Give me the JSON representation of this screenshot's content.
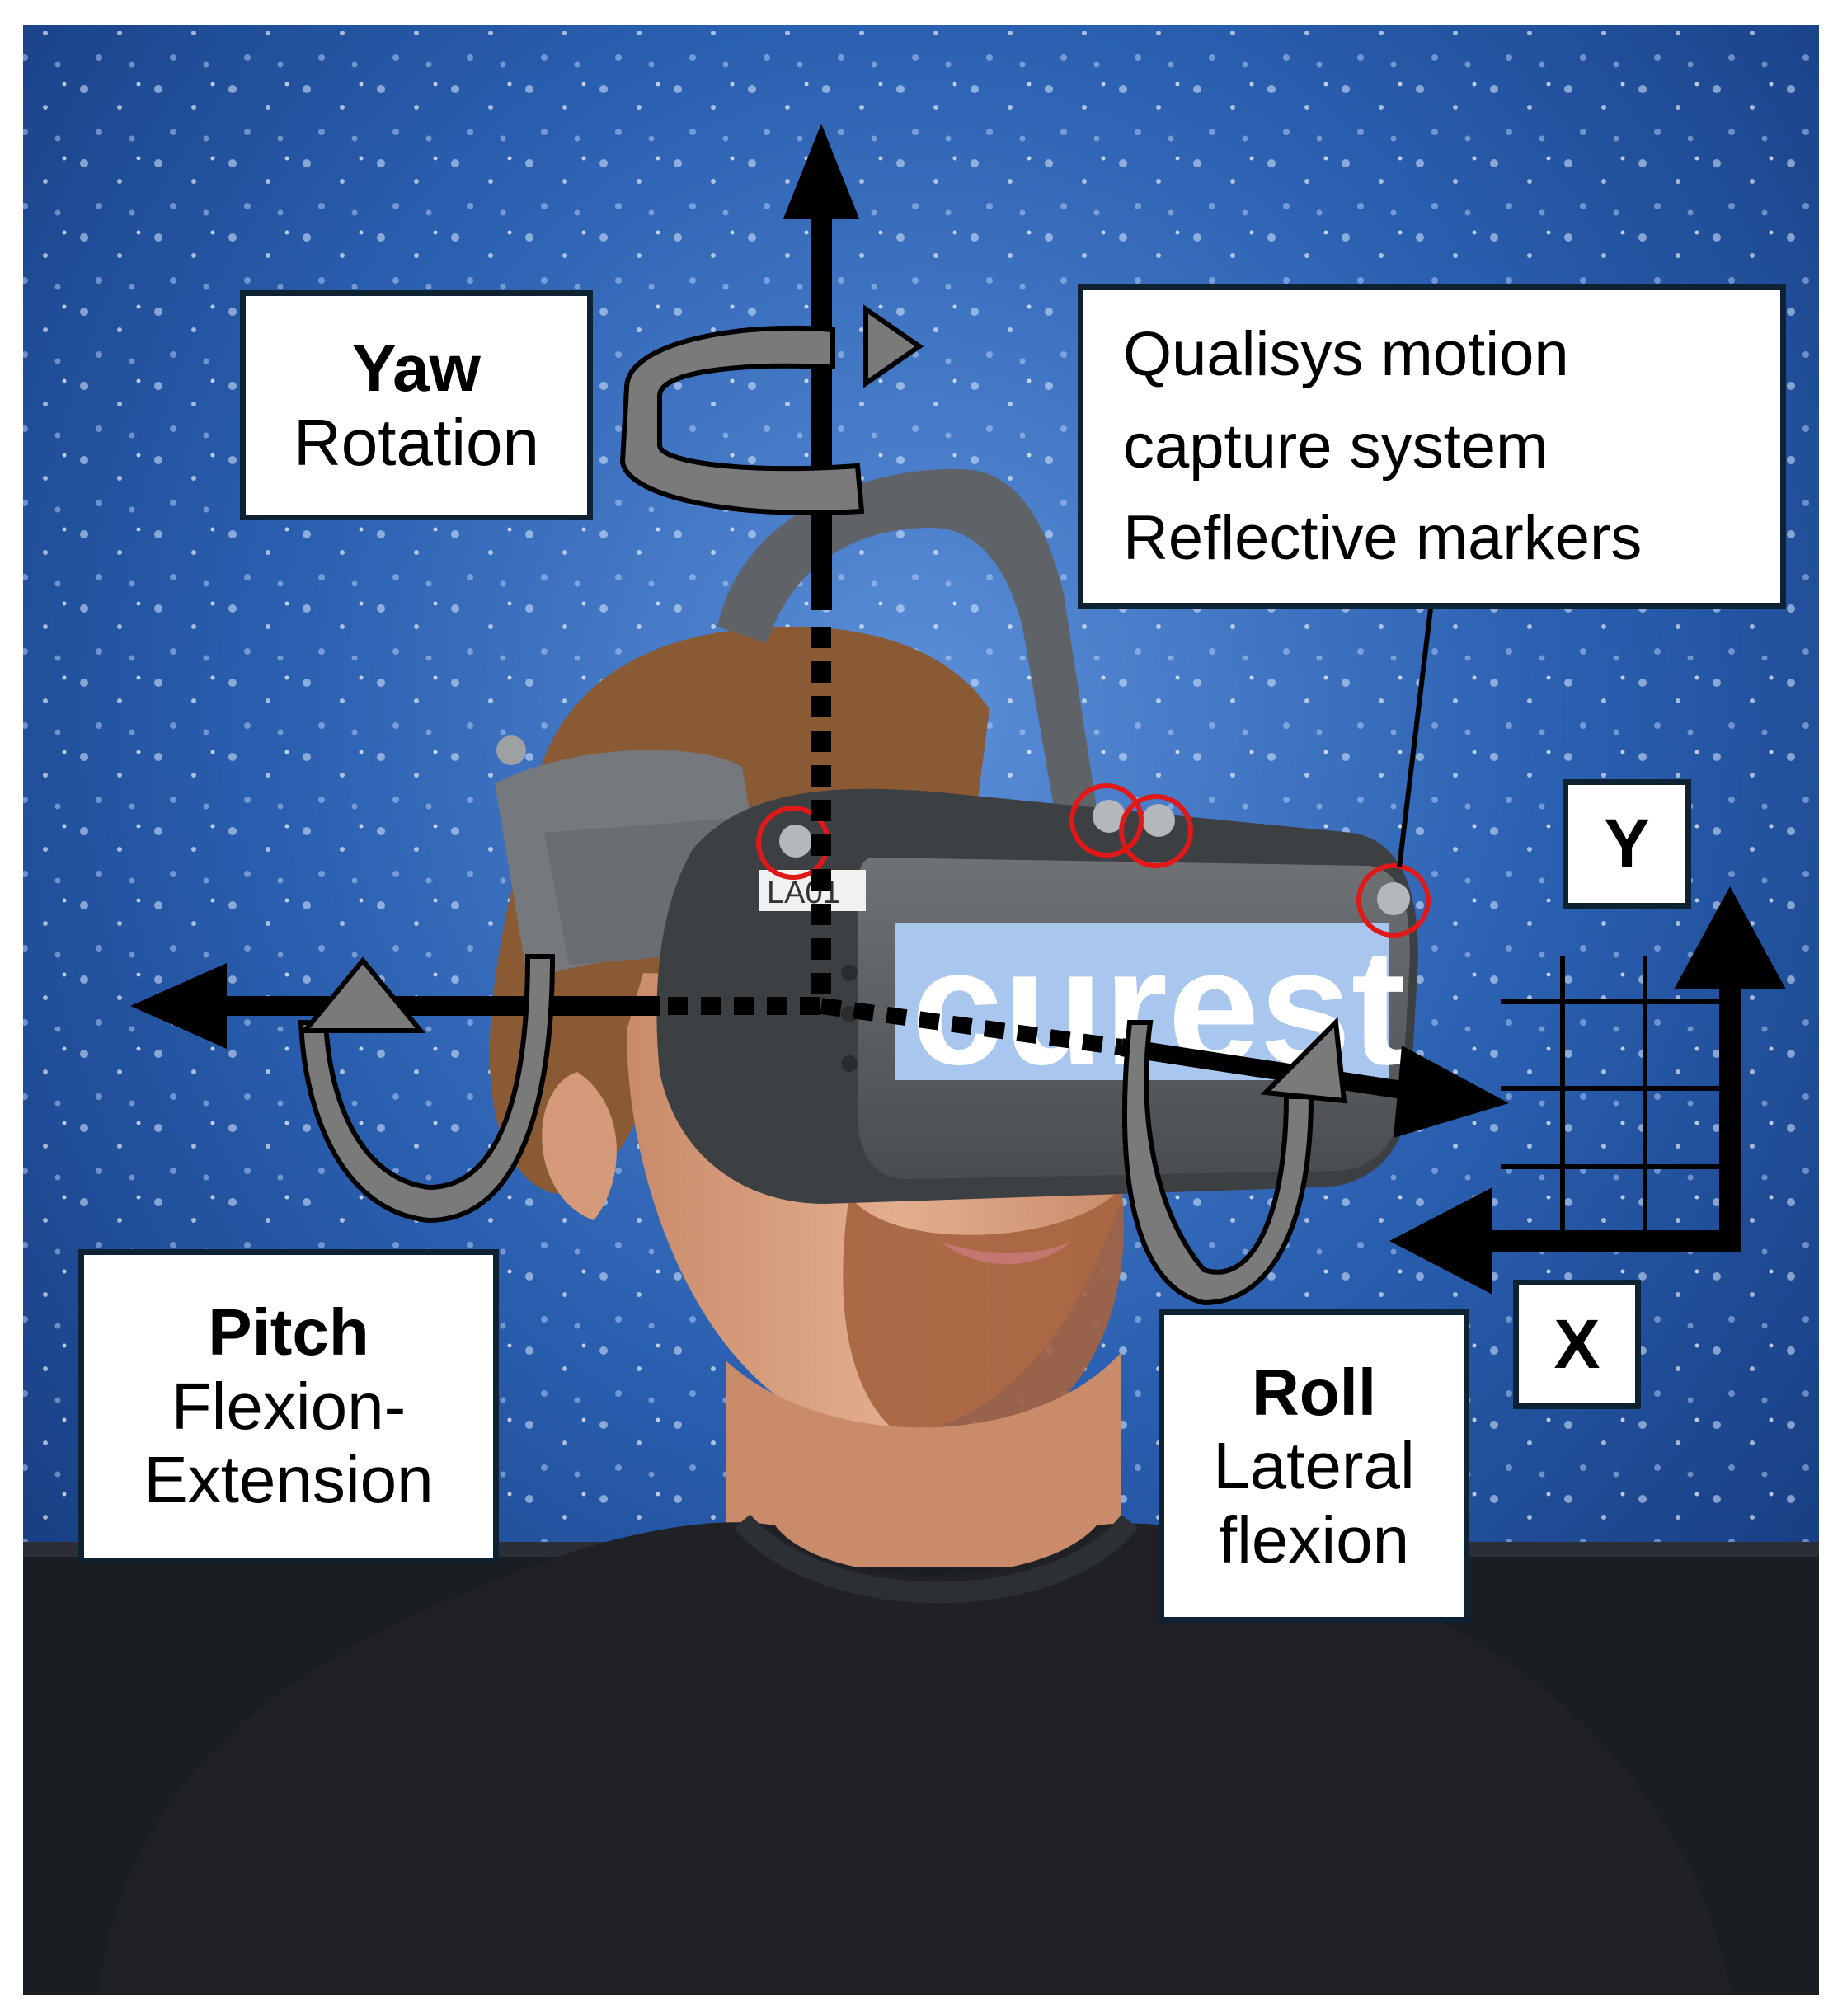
{
  "labels": {
    "yaw": {
      "title": "Yaw",
      "subtitle": "Rotation"
    },
    "pitch": {
      "title": "Pitch",
      "line1": "Flexion-",
      "line2": "Extension"
    },
    "roll": {
      "title": "Roll",
      "line1": "Lateral",
      "line2": "flexion"
    },
    "qualisys": {
      "line1": "Qualisys motion",
      "line2": "capture system",
      "line3": "Reflective markers"
    },
    "y_axis": "Y",
    "x_axis": "X"
  },
  "headset": {
    "brand_text": "curest",
    "tag_text": "LA01"
  },
  "colors": {
    "background_blue": "#1f4f9c",
    "arrow_black": "#000000",
    "rotation_arrow_gray": "#7a7a7a",
    "marker_circle_red": "#e01818",
    "box_border": "#0e2233"
  }
}
